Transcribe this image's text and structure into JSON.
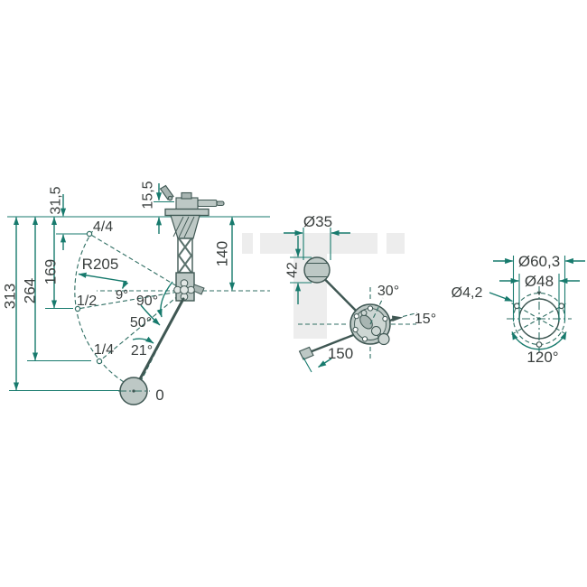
{
  "labels": {
    "left_view": {
      "d313": "313",
      "d264": "264",
      "d169": "169",
      "d31_5": "31,5",
      "d15_5": "15,5",
      "d140": "140",
      "r205": "R205",
      "pos_44": "4/4",
      "pos_12": "1/2",
      "pos_14": "1/4",
      "pos_0": "0",
      "a9": "9°",
      "a90": "90°",
      "a50": "50°",
      "a21": "21°"
    },
    "middle_view": {
      "dia35": "Ø35",
      "d42": "42",
      "a30": "30°",
      "a15": "15°",
      "d150": "150"
    },
    "right_view": {
      "dia60_3": "Ø60,3",
      "dia48": "Ø48",
      "dia4_2": "Ø4,2",
      "a120": "120°"
    }
  },
  "colors": {
    "dimension_accent": "#177a6d",
    "construction_line": "#2f6e63",
    "drawing_outline": "#3f5753",
    "part_fill": "#bdc8c5",
    "label_text": "#3a3f3e",
    "watermark": "#ededed"
  }
}
